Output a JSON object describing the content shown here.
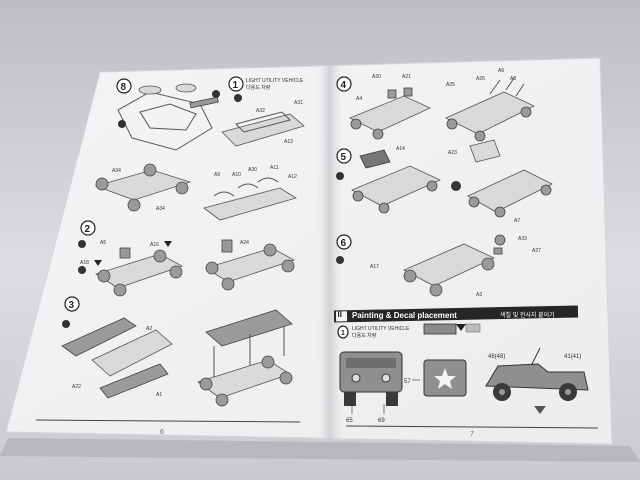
{
  "left_page": {
    "page_number": "6",
    "step_1_number": "1",
    "step_1_title": "LIGHT UTILITY VEHICLE",
    "step_1_subtitle": "다용도 차량",
    "step_2_number": "2",
    "step_3_number": "3",
    "step_8_number": "8",
    "part_labels": {
      "a31": "A31",
      "a32": "A32",
      "a13": "A13",
      "a34_top": "A34",
      "a34_bottom": "A34",
      "a30": "A30",
      "a11": "A11",
      "a9": "A9",
      "a10": "A10",
      "a12": "A12",
      "a5": "A5",
      "a16": "A16",
      "a18": "A18",
      "a24": "A24",
      "a2": "A2",
      "a22": "A22",
      "a1": "A1"
    }
  },
  "right_page": {
    "page_number": "7",
    "step_4_number": "4",
    "step_5_number": "5",
    "step_6_number": "6",
    "section_number": "II",
    "section_title": "Painting & Decal placement",
    "section_title_korean": "색칠 및 전사지 붙이기",
    "vehicle_number": "1",
    "vehicle_title": "LIGHT UTILITY VEHICLE",
    "vehicle_subtitle": "다용도 차량",
    "part_labels": {
      "a20": "A20",
      "a21": "A21",
      "a4": "A4",
      "a25": "A25",
      "a26": "A26",
      "a6": "A6",
      "a8": "A8",
      "a14": "A14",
      "a23": "A23",
      "a7": "A7",
      "a33": "A33",
      "a27": "A27",
      "a17": "A17",
      "a3": "A3"
    },
    "decal_numbers": {
      "front_left": "65",
      "front_right": "69",
      "rear": "57",
      "side_left": "48(48)",
      "side_right": "41(41)"
    }
  }
}
